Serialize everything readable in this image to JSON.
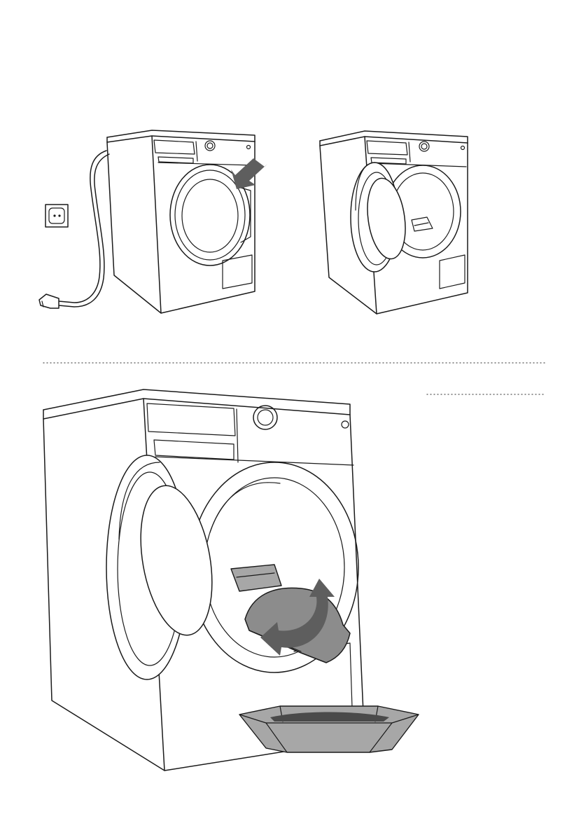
{
  "figure": {
    "panels": [
      {
        "name": "washer-unplugged-step",
        "arrow": "push-door-arrow"
      },
      {
        "name": "washer-door-open-step"
      },
      {
        "name": "filter-cleaning-step",
        "arrow": "rotate-filter-arrow"
      }
    ],
    "colors": {
      "line": "#1a1a1a",
      "arrow": "#5e5e5e",
      "filter": "#8c8c8c",
      "tray": "#a7a7a7",
      "divider": "#555555"
    }
  }
}
